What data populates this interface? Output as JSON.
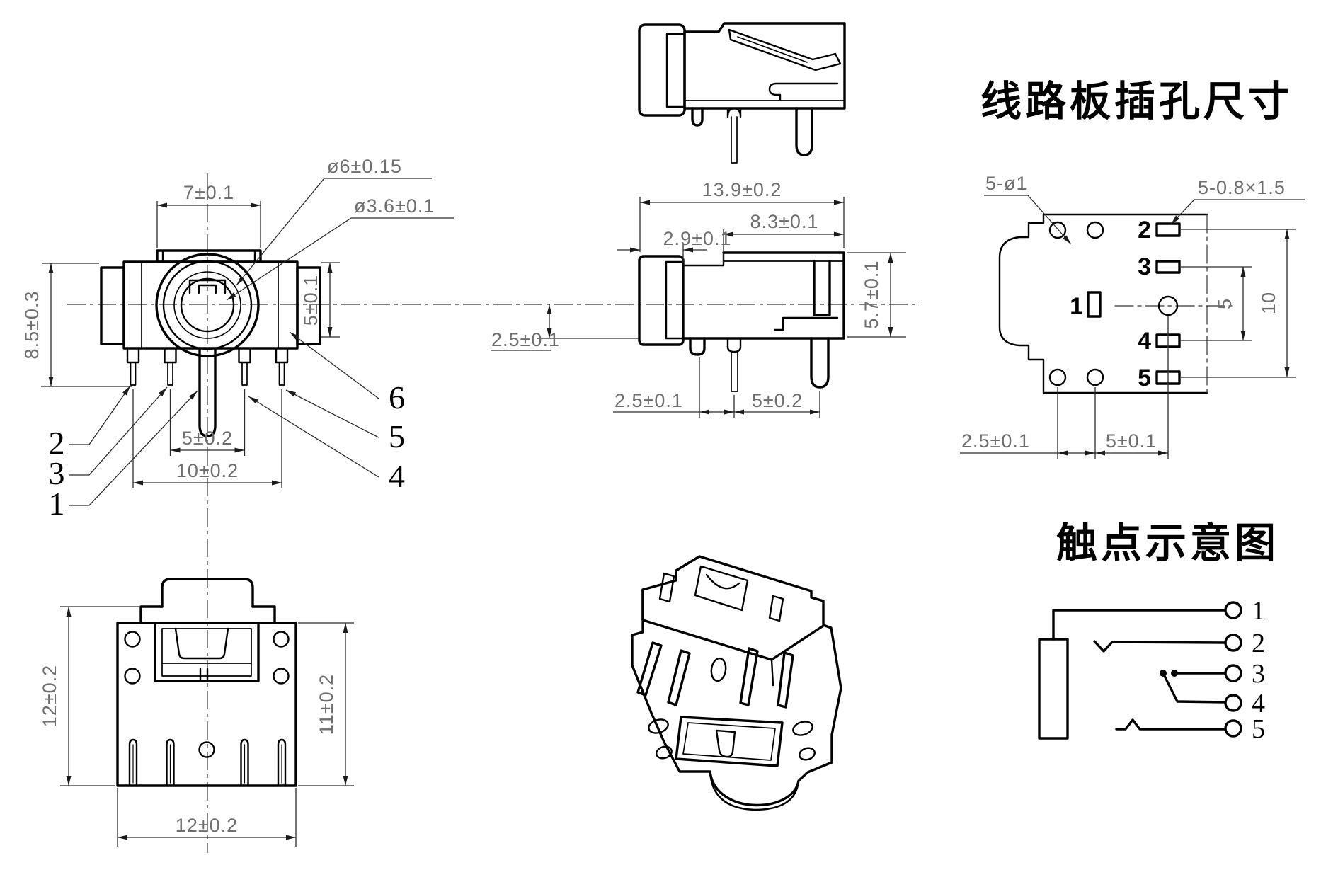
{
  "front_view": {
    "dims": {
      "cap_width": "7±0.1",
      "outer_dia": "ø6±0.15",
      "inner_dia": "ø3.6±0.1",
      "total_height": "8.5±0.3",
      "body_height": "5±0.1",
      "pin_pitch": "5±0.2",
      "pin_span": "10±0.2"
    },
    "pin_labels": {
      "p1": "1",
      "p2": "2",
      "p3": "3",
      "p4": "4",
      "p5": "5",
      "p6": "6"
    }
  },
  "side_view": {
    "dims": {
      "total_length": "13.9±0.2",
      "body_length": "8.3±0.1",
      "bezel_length": "2.9±0.1",
      "axis_to_bottom": "2.5±0.1",
      "pin_pitch_front": "2.5±0.1",
      "pin_pitch_rear": "5±0.2",
      "body_height": "5.7±0.1"
    }
  },
  "pcb_view": {
    "title": "线路板插孔尺寸",
    "hole_callout": "5-ø1",
    "slot_callout": "5-0.8×1.5",
    "pad_labels": {
      "p1": "1",
      "p2": "2",
      "p3": "3",
      "p4": "4",
      "p5": "5"
    },
    "dims": {
      "pad_pitch": "5",
      "pad_span": "10",
      "hole_pitch": "2.5±0.1",
      "hole_to_pad": "5±0.1"
    }
  },
  "top_view": {
    "dims": {
      "height_total": "12±0.2",
      "height_body": "11±0.2",
      "width": "12±0.2"
    }
  },
  "contact_view": {
    "title": "触点示意图",
    "terminal_labels": {
      "t1": "1",
      "t2": "2",
      "t3": "3",
      "t4": "4",
      "t5": "5"
    }
  }
}
